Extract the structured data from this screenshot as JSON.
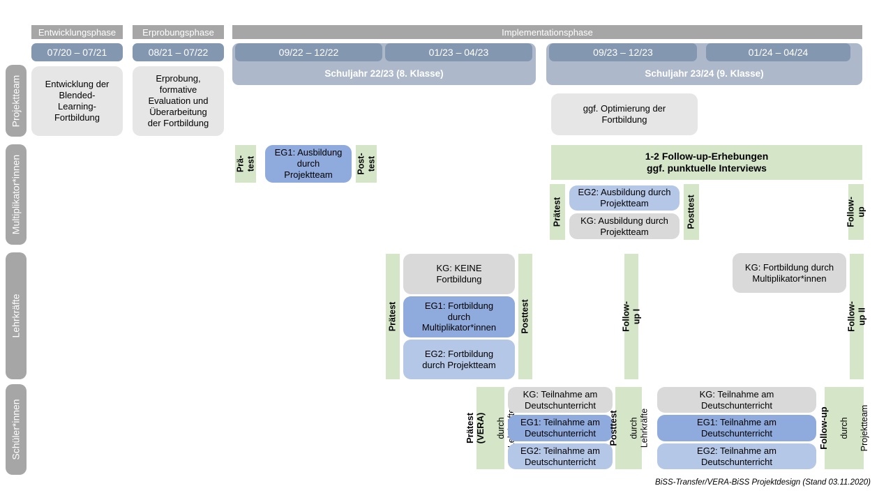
{
  "header": {
    "phase1": "Entwicklungsphase",
    "phase2": "Erprobungsphase",
    "phase3": "Implementationsphase",
    "date1": "07/20 – 07/21",
    "date2": "08/21 – 07/22",
    "date3": "09/22 – 12/22",
    "date4": "01/23 – 04/23",
    "date5": "09/23 – 12/23",
    "date6": "01/24 – 04/24",
    "year1": "Schuljahr 22/23 (8. Klasse)",
    "year2": "Schuljahr 23/24 (9. Klasse)"
  },
  "row_labels": {
    "projektteam": "Projektteam",
    "multiplikatoren": "Multiplikator*innen",
    "lehrkraefte": "Lehrkräfte",
    "schueler": "Schüler*innen"
  },
  "projektteam": {
    "entwicklung": "Entwicklung der\nBlended-\nLearning-\nFortbildung",
    "erprobung": "Erprobung,\nformative\nEvaluation und\nÜberarbeitung\nder Fortbildung",
    "optimierung": "ggf. Optimierung der\nFortbildung"
  },
  "multiplikatoren": {
    "praetest1": "Prä-\ntest",
    "eg1": "EG1: Ausbildung\ndurch\nProjektteam",
    "posttest1": "Post-\ntest",
    "followup_box": "1-2 Follow-up-Erhebungen\nggf. punktuelle Interviews",
    "praetest2": "Prätest",
    "eg2": "EG2: Ausbildung durch\nProjektteam",
    "kg": "KG: Ausbildung durch\nProjektteam",
    "posttest2": "Posttest",
    "followup": "Follow-up"
  },
  "lehrkraefte": {
    "praetest": "Prätest",
    "kg": "KG: KEINE\nFortbildung",
    "eg1": "EG1: Fortbildung\ndurch\nMultiplikator*innen",
    "eg2": "EG2: Fortbildung\ndurch Projektteam",
    "posttest": "Posttest",
    "followup1": "Follow-up I",
    "kg2": "KG: Fortbildung durch\nMultiplikator*innen",
    "followup2": "Follow-up II"
  },
  "schueler": {
    "praetest_main": "Prätest (VERA)",
    "praetest_sub": "durch Lehrkräfte",
    "kg1": "KG: Teilnahme am\nDeutschunterricht",
    "eg1a": "EG1: Teilnahme am\nDeutschunterricht",
    "eg2a": "EG2: Teilnahme am\nDeutschunterricht",
    "posttest_main": "Posttest",
    "posttest_sub": "durch Lehrkräfte",
    "kg2": "KG: Teilnahme am\nDeutschunterricht",
    "eg1b": "EG1: Teilnahme am\nDeutschunterricht",
    "eg2b": "EG2: Teilnahme am\nDeutschunterricht",
    "followup_main": "Follow-up",
    "followup_sub1": "durch",
    "followup_sub2": "Projektteam"
  },
  "caption": "BiSS-Transfer/VERA-BiSS Projektdesign (Stand 03.11.2020)",
  "colors": {
    "header_gray": "#a6a6a6",
    "date_blue": "#8497b0",
    "year_band_blue": "#adb9ca",
    "projektteam_box_gray": "#e7e6e6",
    "kg_gray": "#d9d9d9",
    "eg1_blue": "#8faadc",
    "eg2_blue": "#b4c7e7",
    "test_green": "#d5e6c8"
  }
}
